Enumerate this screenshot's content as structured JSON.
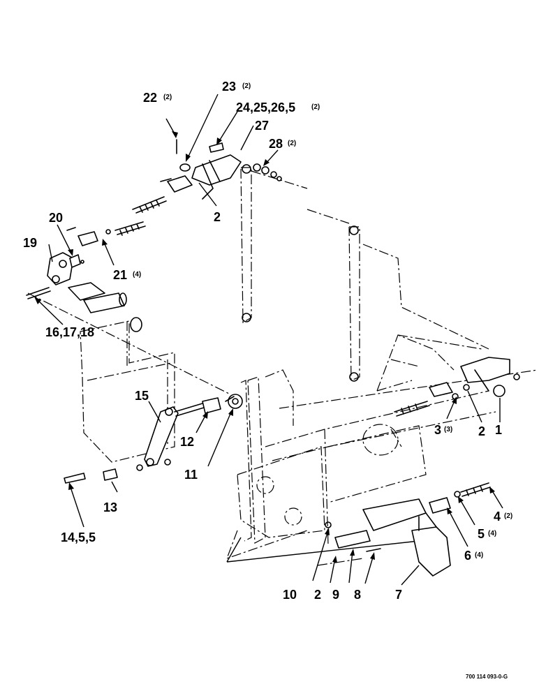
{
  "document_number": "700 114 093-0-G",
  "callouts": [
    {
      "id": "c22",
      "label": "22",
      "qty": "(2)"
    },
    {
      "id": "c23",
      "label": "23",
      "qty": "(2)"
    },
    {
      "id": "c24",
      "label": "24,25,26,5",
      "qty": "(2)"
    },
    {
      "id": "c27",
      "label": "27",
      "qty": ""
    },
    {
      "id": "c28",
      "label": "28",
      "qty": "(2)"
    },
    {
      "id": "c2a",
      "label": "2",
      "qty": ""
    },
    {
      "id": "c20",
      "label": "20",
      "qty": ""
    },
    {
      "id": "c19",
      "label": "19",
      "qty": ""
    },
    {
      "id": "c21",
      "label": "21",
      "qty": "(4)"
    },
    {
      "id": "c16",
      "label": "16,17,18",
      "qty": ""
    },
    {
      "id": "c15",
      "label": "15",
      "qty": ""
    },
    {
      "id": "c12",
      "label": "12",
      "qty": ""
    },
    {
      "id": "c11",
      "label": "11",
      "qty": ""
    },
    {
      "id": "c13",
      "label": "13",
      "qty": ""
    },
    {
      "id": "c14",
      "label": "14,5,5",
      "qty": ""
    },
    {
      "id": "c3",
      "label": "3",
      "qty": "(3)"
    },
    {
      "id": "c2b",
      "label": "2",
      "qty": ""
    },
    {
      "id": "c1",
      "label": "1",
      "qty": ""
    },
    {
      "id": "c4",
      "label": "4",
      "qty": "(2)"
    },
    {
      "id": "c5",
      "label": "5",
      "qty": "(4)"
    },
    {
      "id": "c6",
      "label": "6",
      "qty": "(4)"
    },
    {
      "id": "c10",
      "label": "10",
      "qty": ""
    },
    {
      "id": "c2c",
      "label": "2",
      "qty": ""
    },
    {
      "id": "c9",
      "label": "9",
      "qty": ""
    },
    {
      "id": "c8",
      "label": "8",
      "qty": ""
    },
    {
      "id": "c7",
      "label": "7",
      "qty": ""
    }
  ]
}
